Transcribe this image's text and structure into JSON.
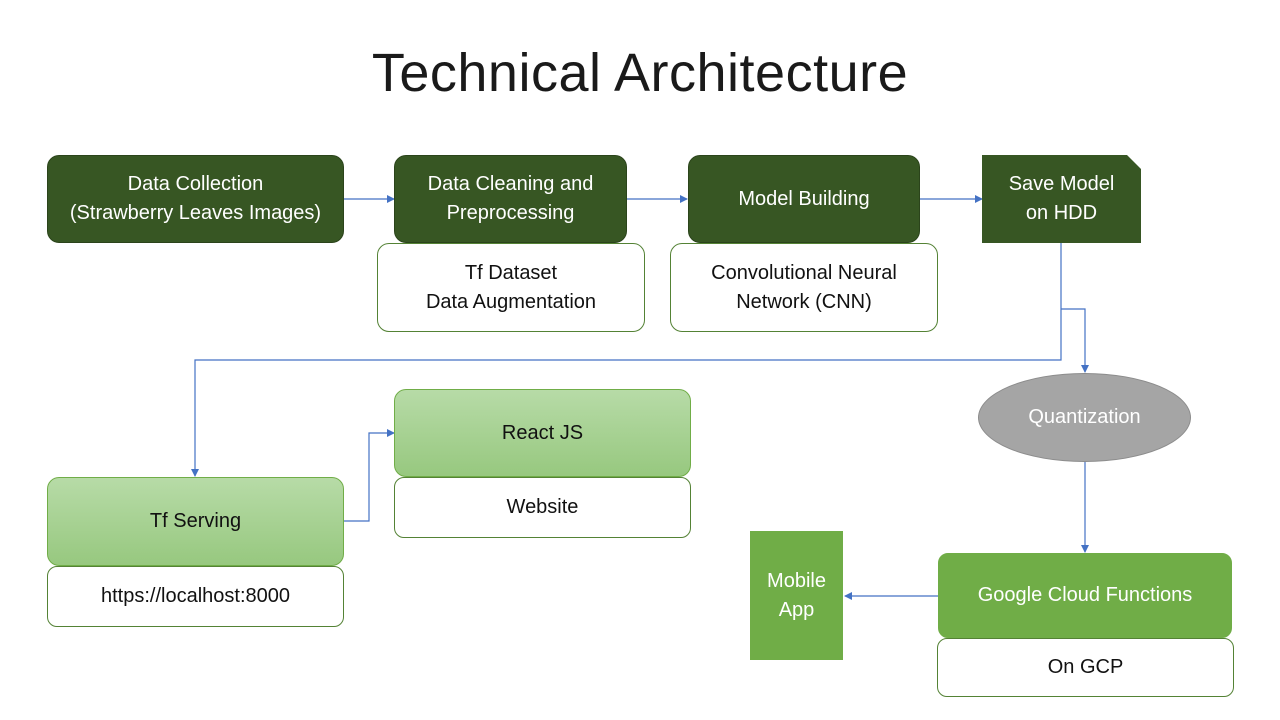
{
  "title": "Technical Architecture",
  "nodes": {
    "data_collection": "Data Collection\n(Strawberry Leaves Images)",
    "data_cleaning": "Data Cleaning and\nPreprocessing",
    "tf_dataset": "Tf Dataset\nData Augmentation",
    "model_building": "Model Building",
    "cnn": "Convolutional Neural\nNetwork (CNN)",
    "save_model": "Save Model\non HDD",
    "quantization": "Quantization",
    "tf_serving": "Tf  Serving",
    "localhost": "https://localhost:8000",
    "react_js": "React JS",
    "website": "Website",
    "google_cloud_functions": "Google Cloud Functions",
    "on_gcp": "On GCP",
    "mobile_app": "Mobile\nApp"
  },
  "colors": {
    "dark_green": "#375623",
    "accent_green": "#70ad47",
    "light_green": "#a9d18e",
    "gray": "#a5a5a5",
    "connector": "#4472c4"
  }
}
